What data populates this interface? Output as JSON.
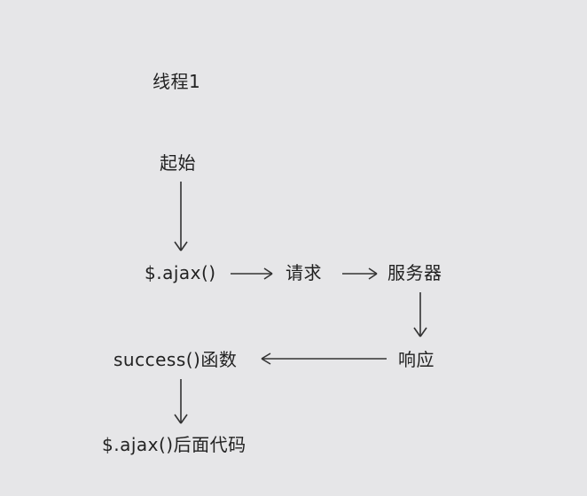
{
  "diagram": {
    "title": "线程1",
    "nodes": {
      "start": "起始",
      "ajax_call": "$.ajax()",
      "request": "请求",
      "server": "服务器",
      "response": "响应",
      "success_fn": "success()函数",
      "after_ajax": "$.ajax()后面代码"
    },
    "edges": [
      {
        "from": "start",
        "to": "ajax_call"
      },
      {
        "from": "ajax_call",
        "to": "request"
      },
      {
        "from": "request",
        "to": "server"
      },
      {
        "from": "server",
        "to": "response"
      },
      {
        "from": "response",
        "to": "success_fn"
      },
      {
        "from": "success_fn",
        "to": "after_ajax"
      }
    ]
  }
}
